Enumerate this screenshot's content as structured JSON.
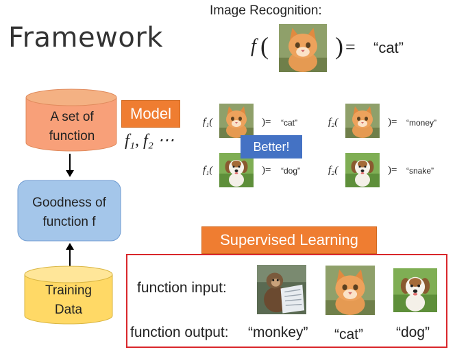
{
  "title": "Framework",
  "recognition": {
    "heading": "Image Recognition:",
    "func": "f",
    "paren_open": "(",
    "paren_close": ")",
    "equals": "=",
    "result": "“cat”"
  },
  "flow": {
    "set_of_function": {
      "line1": "A set of",
      "line2": "function"
    },
    "goodness": {
      "line1": "Goodness of",
      "line2": "function f"
    },
    "training": {
      "line1": "Training",
      "line2": "Data"
    }
  },
  "model": {
    "label": "Model",
    "functions": "f₁, f₂ ⋯"
  },
  "comparison": {
    "rows": [
      {
        "f1_label": "f₁(",
        "f1_result": "“cat”",
        "f2_label": "f₂(",
        "f2_result": "“money”"
      },
      {
        "f1_label": "f₁(",
        "f1_result": "“dog”",
        "f2_label": "f₂(",
        "f2_result": "“snake”"
      }
    ],
    "close": ")=",
    "better": "Better!"
  },
  "supervised": {
    "label": "Supervised Learning",
    "input_label": "function input:",
    "output_label": "function output:",
    "outputs": [
      "“monkey”",
      "“cat”",
      "“dog”"
    ]
  },
  "colors": {
    "orange": "#ef7d31",
    "blue": "#4472c4",
    "red_border": "#d9262b",
    "cylinder_top": "#f4b183",
    "cylinder_body": "#f8a079",
    "goodness_box": "#a4c6ea",
    "training_cylinder": "#ffd966"
  }
}
